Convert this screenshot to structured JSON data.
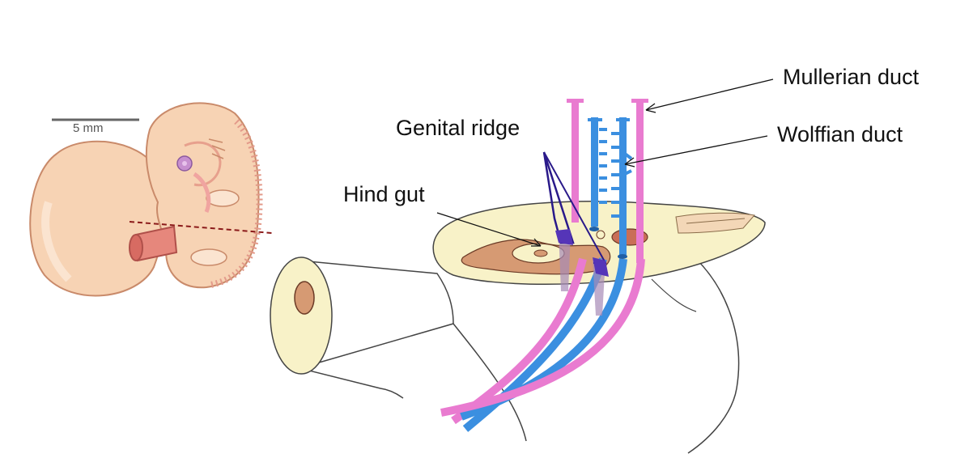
{
  "labels": {
    "scale_bar": "5 mm",
    "genital_ridge": "Genital ridge",
    "hind_gut": "Hind gut",
    "mullerian_duct": "Mullerian duct",
    "wolffian_duct": "Wolffian duct"
  },
  "colors": {
    "skin": "#f7d3b4",
    "skin_outline": "#c98a6a",
    "section_fill": "#f8f2c8",
    "mesoderm": "#d69a73",
    "mullerian": "#e97bd0",
    "wolffian": "#3b8fe0",
    "genital_ridge": "#5535b8",
    "cut_line": "#8b1a1a"
  }
}
